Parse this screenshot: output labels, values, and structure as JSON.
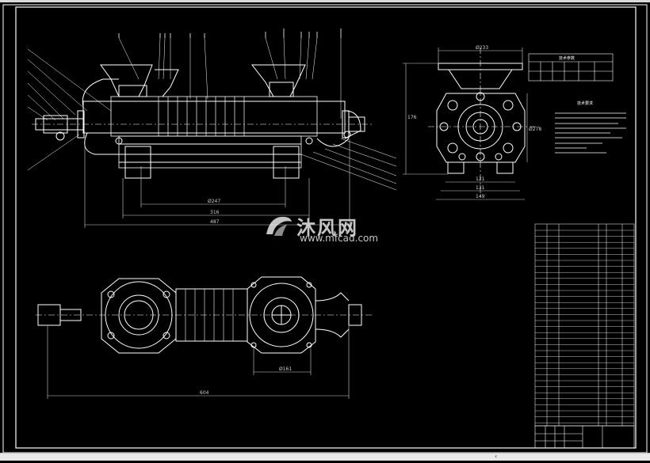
{
  "colors": {
    "background": "#000000",
    "line": "#ffffff",
    "dim_line": "#d0d0d0",
    "scrollbar": "#e8e8e8",
    "watermark": "#e6e6e6"
  },
  "drawing": {
    "dimensions": {
      "side_phi247": "Ø247",
      "side_316": "316",
      "side_487": "487",
      "end_dia_top": "Ø233",
      "end_width_121": "121",
      "end_width_131": "131",
      "end_width_149": "149",
      "end_height": "176",
      "end_height2": "Ø278",
      "plan_604": "604",
      "plan_phi": "Ø161"
    },
    "table_title_right": "技术参数",
    "notes_title": "技术要求"
  },
  "watermark": {
    "brand_cn": "沐风网",
    "url": "www.mfcad.com"
  },
  "ui": {
    "scroll_left_icon": "chevron-left-icon",
    "scroll_left_glyph": "‹"
  }
}
